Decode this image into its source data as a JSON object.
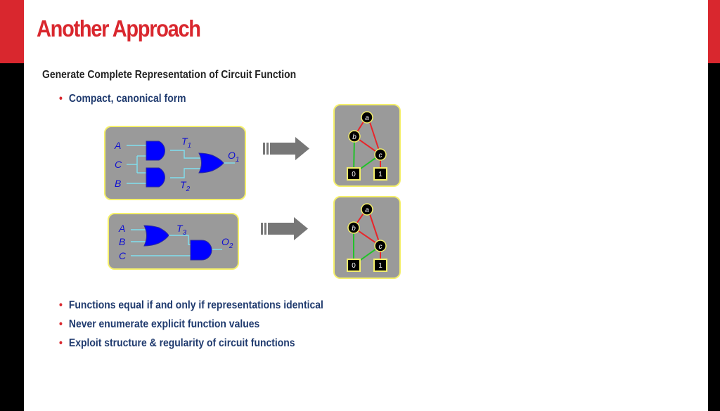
{
  "title": "Another Approach",
  "heading": "Generate Complete Representation of Circuit Function",
  "top_bullets": [
    "Compact, canonical form"
  ],
  "bottom_bullets": [
    "Functions equal if and only if representations identical",
    "Never enumerate explicit function values",
    "Exploit structure & regularity of circuit functions"
  ],
  "circuit1": {
    "inputs": [
      "A",
      "C",
      "B"
    ],
    "t1": "T",
    "t1_sub": "1",
    "t2": "T",
    "t2_sub": "2",
    "out": "O",
    "out_sub": "1"
  },
  "circuit2": {
    "inputs": [
      "A",
      "B",
      "C"
    ],
    "t3": "T",
    "t3_sub": "3",
    "out": "O",
    "out_sub": "2"
  },
  "bdd1": {
    "nodes": [
      "a",
      "b",
      "c"
    ],
    "terminals": [
      "0",
      "1"
    ]
  },
  "bdd2": {
    "nodes": [
      "a",
      "b",
      "c"
    ],
    "terminals": [
      "0",
      "1"
    ]
  },
  "colors": {
    "accent": "#d9272e",
    "text": "#1f3a6e",
    "gate": "#0000ff",
    "panel": "#999999",
    "panel_border": "#f5f06a",
    "edge_high": "#e8252a",
    "edge_low": "#22c22a"
  }
}
